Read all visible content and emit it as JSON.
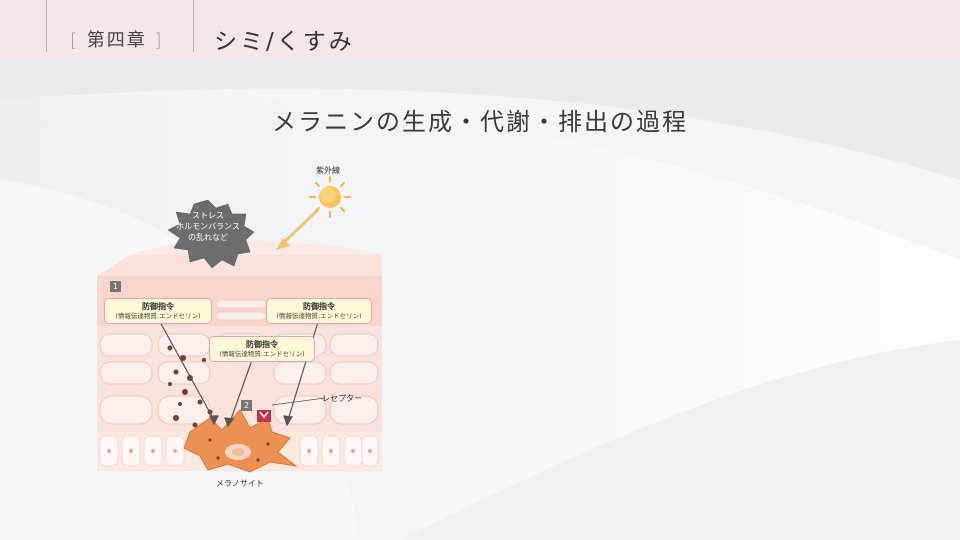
{
  "header": {
    "chapter_label": "第四章",
    "chapter_open": "[",
    "chapter_close": "]",
    "section_title": "シミ/くすみ"
  },
  "slide_title": "メラニンの生成・代謝・排出の過程",
  "diagram": {
    "uv_label": "紫外線",
    "stress_lines": [
      "ストレス",
      "ホルモンバランス",
      "の乱れなど"
    ],
    "step1": "1",
    "step2": "2",
    "bubbles": [
      {
        "title": "防御指令",
        "sub": "(情報伝達物質:エンドセリン)"
      },
      {
        "title": "防御指令",
        "sub": "(情報伝達物質:エンドセリン)"
      },
      {
        "title": "防御指令",
        "sub": "(情報伝達物質:エンドセリン)"
      }
    ],
    "receptor_label": "レセプター",
    "melanocyte_label": "メラノサイト"
  },
  "colors": {
    "header_bg": "#f5e6ea",
    "sun": "#f7b84b",
    "skin": "#f6d6cf",
    "melanocyte": "#e98c4e",
    "bubble_border": "#e7a6b6",
    "bubble_fill": "#fff8d6"
  }
}
